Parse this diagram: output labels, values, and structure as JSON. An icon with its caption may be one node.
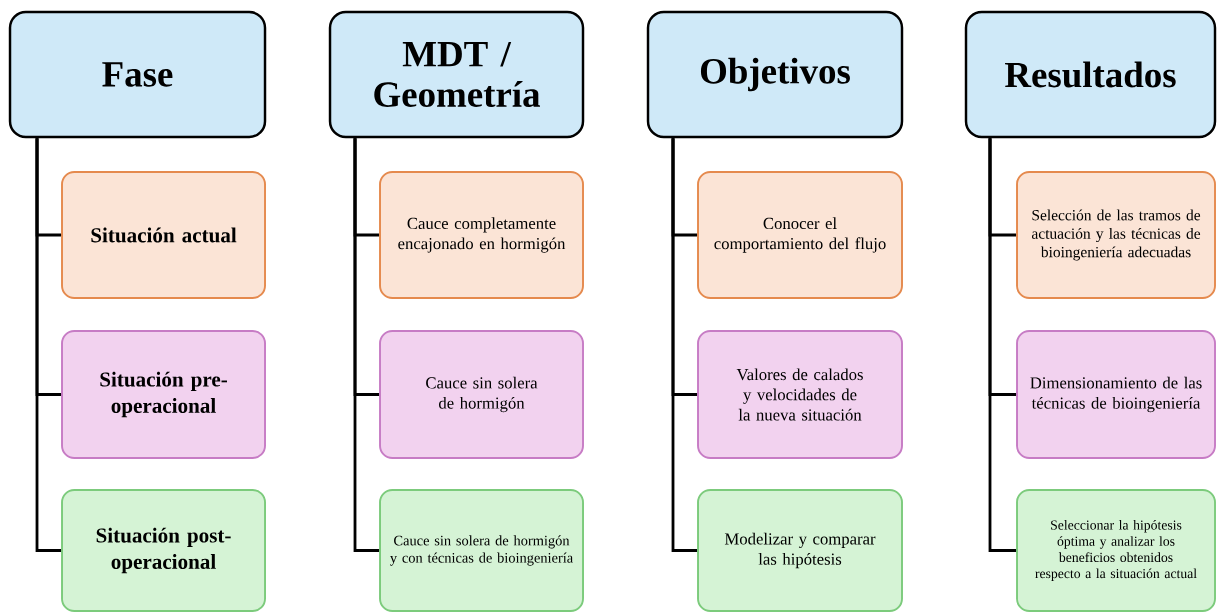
{
  "diagram": {
    "nodes": [
      {
        "text": [
          "Fase"
        ]
      },
      {
        "text": [
          "Situación actual"
        ]
      },
      {
        "text": [
          "Situación pre-operacional"
        ]
      },
      {
        "text": [
          "Situación post-operacional"
        ]
      },
      {
        "text": [
          "MDT / Geometría"
        ]
      },
      {
        "text": [
          "Cauce completamente encajonado en hormigón"
        ]
      },
      {
        "text": [
          "Cauce sin solera de hormigón"
        ]
      },
      {
        "text": [
          "Cauce sin solera de hormigón y con técnicas de bioingeniería"
        ]
      },
      {
        "text": [
          "Objetivos"
        ]
      },
      {
        "text": [
          "Conocer el comportamiento del flujo"
        ]
      },
      {
        "text": [
          "Valores de calados y velocidades de la nueva situación"
        ]
      },
      {
        "text": [
          "Modelizar y comparar las hipótesis"
        ]
      },
      {
        "text": [
          "Resultados"
        ]
      },
      {
        "text": [
          "Selección de las tramos de actuación y las técnicas de bioingeniería adecuadas"
        ]
      },
      {
        "text": [
          "Dimensionamiento de las técnicas de bioingeniería"
        ]
      },
      {
        "text": [
          "Seleccionar la hipótesis óptima y analizar los beneficios obtenidos respecto a la situación actual"
        ]
      }
    ],
    "edges": [
      {
        "from": 0,
        "to": 1,
        "arrow": "none"
      },
      {
        "from": 0,
        "to": 2,
        "arrow": "none"
      },
      {
        "from": 0,
        "to": 3,
        "arrow": "none"
      },
      {
        "from": 4,
        "to": 5,
        "arrow": "none"
      },
      {
        "from": 4,
        "to": 6,
        "arrow": "none"
      },
      {
        "from": 4,
        "to": 7,
        "arrow": "none"
      },
      {
        "from": 8,
        "to": 9,
        "arrow": "none"
      },
      {
        "from": 8,
        "to": 10,
        "arrow": "none"
      },
      {
        "from": 8,
        "to": 11,
        "arrow": "none"
      },
      {
        "from": 12,
        "to": 13,
        "arrow": "none"
      },
      {
        "from": 12,
        "to": 14,
        "arrow": "none"
      },
      {
        "from": 12,
        "to": 15,
        "arrow": "none"
      }
    ]
  }
}
